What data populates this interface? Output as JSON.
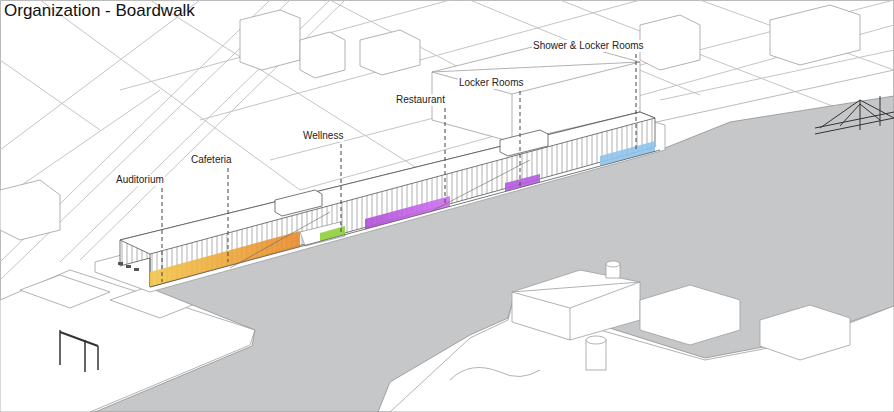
{
  "diagram": {
    "title": "Organization - Boardwalk",
    "labels": [
      "Auditorium",
      "Cafeteria",
      "Wellness",
      "Restaurant",
      "Locker Rooms",
      "Shower & Locker Rooms"
    ]
  }
}
